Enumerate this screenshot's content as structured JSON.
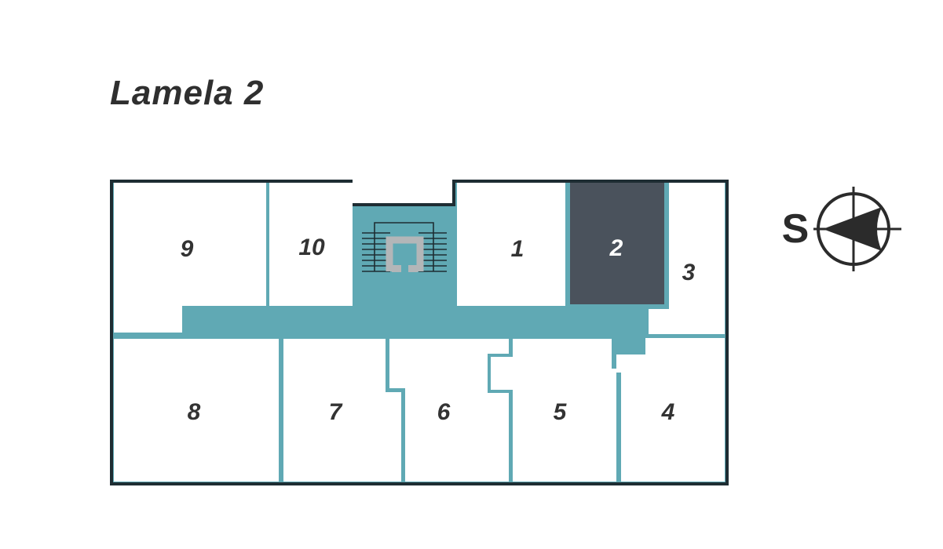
{
  "title": "Lamela 2",
  "floor_plan": {
    "name": "Lamela 2 apartment floor plan",
    "highlighted_unit": "2",
    "units": [
      {
        "label": "9",
        "row": "top",
        "highlighted": false
      },
      {
        "label": "10",
        "row": "top",
        "highlighted": false
      },
      {
        "label": "1",
        "row": "top",
        "highlighted": false
      },
      {
        "label": "2",
        "row": "top",
        "highlighted": true
      },
      {
        "label": "3",
        "row": "top",
        "highlighted": false
      },
      {
        "label": "8",
        "row": "bottom",
        "highlighted": false
      },
      {
        "label": "7",
        "row": "bottom",
        "highlighted": false
      },
      {
        "label": "6",
        "row": "bottom",
        "highlighted": false
      },
      {
        "label": "5",
        "row": "bottom",
        "highlighted": false
      },
      {
        "label": "4",
        "row": "bottom",
        "highlighted": false
      }
    ],
    "features": [
      "staircase",
      "corridor"
    ]
  },
  "compass": {
    "label": "S",
    "arrow_direction": "left"
  },
  "colors": {
    "corridor_teal": "#60A9B4",
    "highlight_dark": "#4A525C",
    "outline_dark": "#1E2D33",
    "number_text": "#333333",
    "highlight_number_text": "#FFFFFF",
    "title_text": "#2F2F2F",
    "compass_dark": "#2B2B2B",
    "railing_gray": "#B3B6B8",
    "background": "#FFFFFF"
  }
}
